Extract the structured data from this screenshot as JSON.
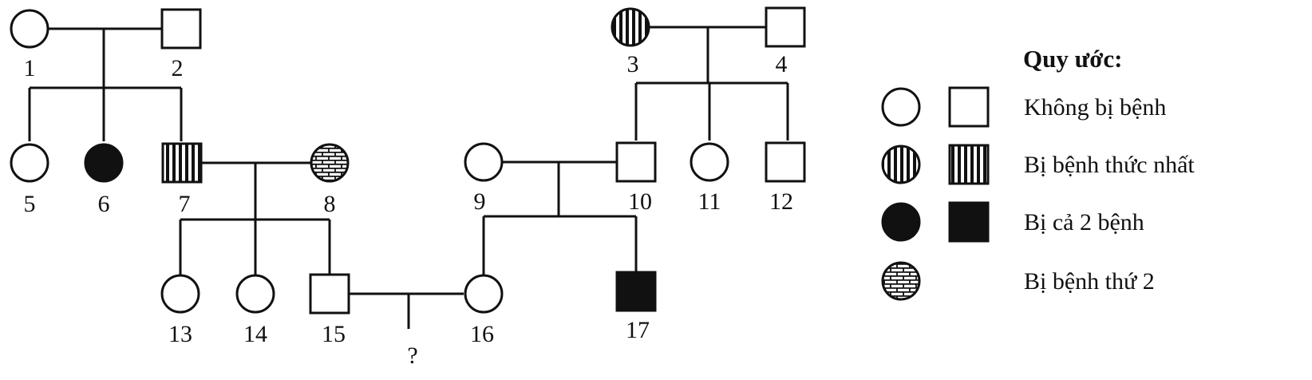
{
  "legend": {
    "title": "Quy ước:",
    "items": [
      {
        "label": "Không bị bệnh",
        "fill": "none"
      },
      {
        "label": "Bị bệnh thức nhất",
        "fill": "vstripes"
      },
      {
        "label": "Bị cả 2 bệnh",
        "fill": "solid"
      },
      {
        "label": "Bị bệnh thứ 2",
        "fill": "brick"
      }
    ]
  },
  "individuals": [
    {
      "id": "1",
      "label": "1",
      "sex": "female",
      "status": "none"
    },
    {
      "id": "2",
      "label": "2",
      "sex": "male",
      "status": "none"
    },
    {
      "id": "3",
      "label": "3",
      "sex": "female",
      "status": "vstripes"
    },
    {
      "id": "4",
      "label": "4",
      "sex": "male",
      "status": "none"
    },
    {
      "id": "5",
      "label": "5",
      "sex": "female",
      "status": "none"
    },
    {
      "id": "6",
      "label": "6",
      "sex": "female",
      "status": "solid"
    },
    {
      "id": "7",
      "label": "7",
      "sex": "male",
      "status": "vstripes"
    },
    {
      "id": "8",
      "label": "8",
      "sex": "female",
      "status": "brick"
    },
    {
      "id": "9",
      "label": "9",
      "sex": "female",
      "status": "none"
    },
    {
      "id": "10",
      "label": "10",
      "sex": "male",
      "status": "none"
    },
    {
      "id": "11",
      "label": "11",
      "sex": "female",
      "status": "none"
    },
    {
      "id": "12",
      "label": "12",
      "sex": "male",
      "status": "none"
    },
    {
      "id": "13",
      "label": "13",
      "sex": "female",
      "status": "none"
    },
    {
      "id": "14",
      "label": "14",
      "sex": "female",
      "status": "none"
    },
    {
      "id": "15",
      "label": "15",
      "sex": "male",
      "status": "none"
    },
    {
      "id": "16",
      "label": "16",
      "sex": "female",
      "status": "none"
    },
    {
      "id": "17",
      "label": "17",
      "sex": "male",
      "status": "solid"
    }
  ],
  "unknown_child": "?"
}
